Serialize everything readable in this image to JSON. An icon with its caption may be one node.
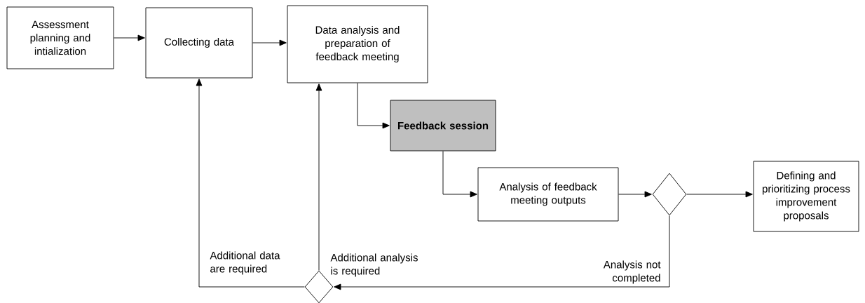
{
  "diagram": {
    "nodes": [
      {
        "text": [
          "Assessment planning and intialization"
        ]
      },
      {
        "text": [
          "Collecting data"
        ]
      },
      {
        "text": [
          "Data analysis and preparation of feedback meeting"
        ]
      },
      {
        "text": [
          "Feedback session"
        ]
      },
      {
        "text": [
          "Analysis of feedback meeting outputs"
        ]
      },
      {
        "text": [],
        "shape": "diamond"
      },
      {
        "text": [
          "Defining and prioritizing process improvement proposals"
        ]
      },
      {
        "text": [],
        "shape": "diamond"
      }
    ],
    "edges": [
      {
        "from": 0,
        "to": 1,
        "arrow": "to"
      },
      {
        "from": 1,
        "to": 2,
        "arrow": "to"
      },
      {
        "from": 2,
        "to": 3,
        "arrow": "to"
      },
      {
        "from": 3,
        "to": 4,
        "arrow": "to"
      },
      {
        "from": 4,
        "to": 5,
        "arrow": "to"
      },
      {
        "from": 5,
        "to": 6,
        "arrow": "to"
      },
      {
        "from": 5,
        "to": 7,
        "arrow": "to",
        "label": "Analysis not completed"
      },
      {
        "from": 7,
        "to": 1,
        "arrow": "to",
        "label": "Additional data are required"
      },
      {
        "from": 7,
        "to": 2,
        "arrow": "to",
        "label": "Additional analysis is required"
      }
    ]
  }
}
